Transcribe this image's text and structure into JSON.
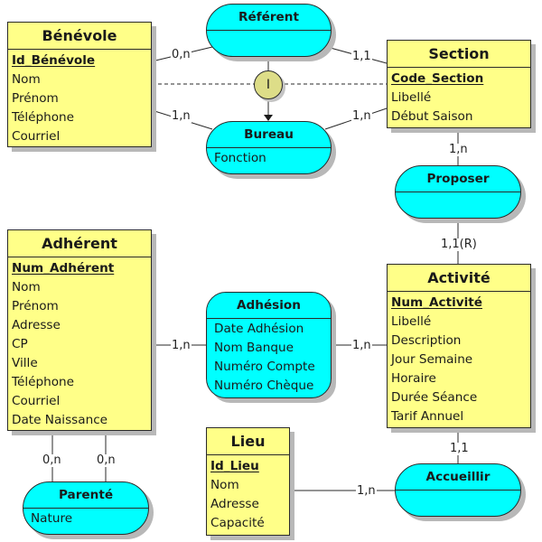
{
  "diagram": {
    "type": "MCD (Merise conceptual data model)",
    "entities": {
      "benevole": {
        "name": "Bénévole",
        "key": "Id_Bénévole",
        "attributes": [
          "Nom",
          "Prénom",
          "Téléphone",
          "Courriel"
        ]
      },
      "section": {
        "name": "Section",
        "key": "Code_Section",
        "attributes": [
          "Libellé",
          "Début Saison"
        ]
      },
      "adherent": {
        "name": "Adhérent",
        "key": "Num_Adhérent",
        "attributes": [
          "Nom",
          "Prénom",
          "Adresse",
          "CP",
          "Ville",
          "Téléphone",
          "Courriel",
          "Date Naissance"
        ]
      },
      "activite": {
        "name": "Activité",
        "key": "Num_Activité",
        "attributes": [
          "Libellé",
          "Description",
          "Jour Semaine",
          "Horaire",
          "Durée Séance",
          "Tarif Annuel"
        ]
      },
      "lieu": {
        "name": "Lieu",
        "key": "Id_Lieu",
        "attributes": [
          "Nom",
          "Adresse",
          "Capacité"
        ]
      }
    },
    "associations": {
      "referent": {
        "name": "Référent",
        "attributes": []
      },
      "bureau": {
        "name": "Bureau",
        "attributes": [
          "Fonction"
        ]
      },
      "proposer": {
        "name": "Proposer",
        "attributes": []
      },
      "adhesion": {
        "name": "Adhésion",
        "attributes": [
          "Date Adhésion",
          "Nom Banque",
          "Numéro Compte",
          "Numéro Chèque"
        ]
      },
      "parente": {
        "name": "Parenté",
        "attributes": [
          "Nature"
        ]
      },
      "accueillir": {
        "name": "Accueillir",
        "attributes": []
      }
    },
    "constraint": {
      "label": "I",
      "from": "Référent",
      "to": "Bureau",
      "type": "inclusion"
    },
    "cardinalities": {
      "benevole_referent": "0,n",
      "section_referent": "1,1",
      "benevole_bureau": "1,n",
      "section_bureau": "1,n",
      "section_proposer": "1,n",
      "activite_proposer": "1,1(R)",
      "adherent_adhesion": "1,n",
      "activite_adhesion": "1,n",
      "adherent_parente_1": "0,n",
      "adherent_parente_2": "0,n",
      "activite_accueillir": "1,1",
      "lieu_accueillir": "1,n"
    },
    "colors": {
      "entity_fill": "#ffff88",
      "association_fill": "#00ffff",
      "constraint_fill": "#dddd88",
      "stroke": "#2a2a2a",
      "shadow": "#b8b8b8"
    }
  }
}
